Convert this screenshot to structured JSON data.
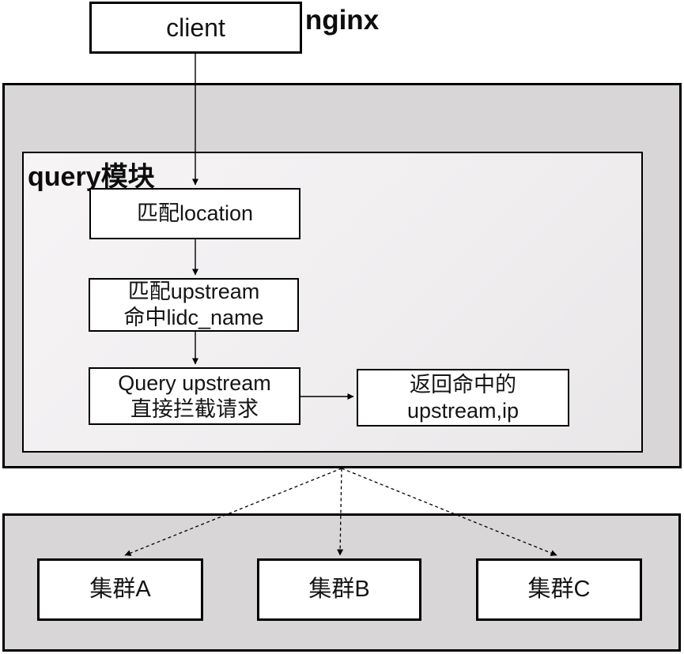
{
  "diagram": {
    "client": {
      "label": "client"
    },
    "nginx": {
      "title": "nginx",
      "query_module": {
        "title": "query模块",
        "step_match_location": {
          "label": "匹配location"
        },
        "step_match_upstream": {
          "line1": "匹配upstream",
          "line2": "命中lidc_name"
        },
        "step_query_upstream": {
          "line1": "Query upstream",
          "line2": "直接拦截请求"
        },
        "result": {
          "line1": "返回命中的",
          "line2": "upstream,ip"
        }
      }
    },
    "clusters": [
      {
        "label": "集群A"
      },
      {
        "label": "集群B"
      },
      {
        "label": "集群C"
      }
    ]
  },
  "colors": {
    "outer_gray": "#d8d6d7",
    "inner_gray": "#f0eeef",
    "box_white": "#ffffff",
    "border_black": "#000000"
  }
}
